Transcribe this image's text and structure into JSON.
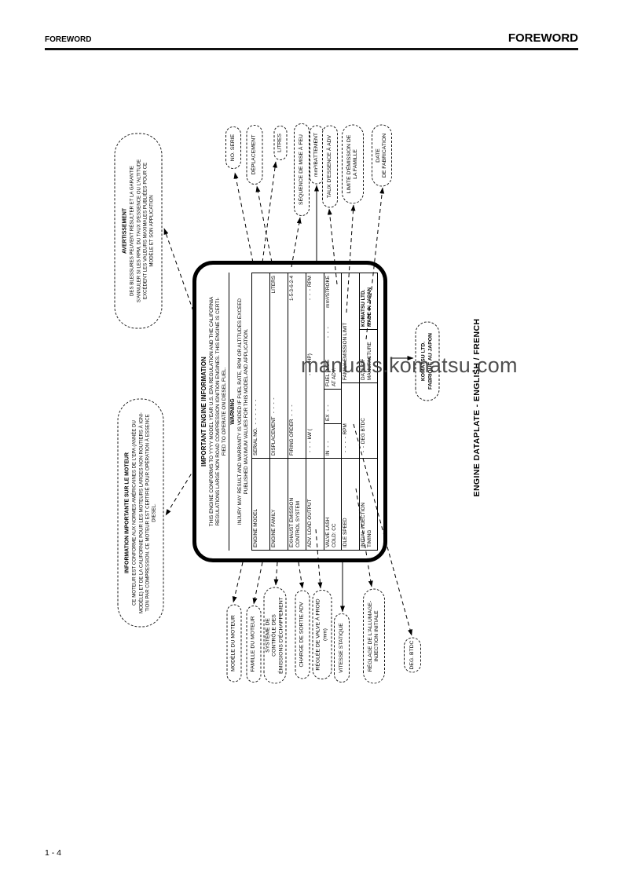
{
  "header": {
    "left": "FOREWORD",
    "right": "FOREWORD"
  },
  "footer": {
    "page": "1 - 4"
  },
  "watermark": {
    "text": "manuals.komatsu.com"
  },
  "caption": {
    "text": "ENGINE DATAPLATE - ENGLISH / FRENCH"
  },
  "blanks": {
    "b2": "- -",
    "b3": "- - -",
    "b4": "- - - -",
    "b6": "- - - - - -"
  },
  "plate": {
    "title": "IMPORTANT ENGINE INFORMATION",
    "intro": [
      "THIS ENGINE CONFORMS TO YYYY MODEL YEAR U.S. EPA REGULATION AND THE CALIFORNIA",
      "REGULATIONS LARGE NON ROAD COMPRESSION IGNITION ENGINES. THIS ENGINE IS CERTI-",
      "FIED TO OPERATE ON DIESEL FUEL."
    ],
    "warning_title": "WARNING",
    "warning": [
      "INJURY MAY RESULT AND WARRANTY IS VOIDED IF FUEL RATE, RPM OR ALTITUDES EXCEED",
      "PUBLISHED MAXIMUM VALUES FOR THIS MODEL AND APPLICATION."
    ],
    "rows": {
      "engine_model": "ENGINE MODEL",
      "serial_no": "SERIAL NO.",
      "engine_family": "ENGINE FAMILY",
      "displacement": "DISPLACEMENT",
      "liters": "LITERS",
      "exhaust_l1": "EXHAUST EMISSION",
      "exhaust_l2": "CONTROL SYSTEM",
      "firing_order": "FIRING ORDER",
      "firing_value": "1-5-3-6-2-4",
      "adv_output": "ADV. LOAD OUTPUT",
      "kw": "kW (",
      "hp": "HP)",
      "rpm": "RPM",
      "valve_l1": "VALVE LASH",
      "valve_l2": "COLD: CC",
      "in": "IN",
      "ex": "EX",
      "fuel_l1": "FUEL RATE",
      "fuel_l2": "AT ADV.",
      "stroke": "mm³/STROKE",
      "idle": "IDLE SPEED",
      "rpm2": "RPM",
      "fel": "FAMILY EMISSION LIMIT",
      "inj_l1": "INITIAL INJECTION",
      "inj_l2": "TIMING",
      "degbtdc": "DEG BTDC",
      "dom": "DATE OF MANUFACTURE",
      "brand_l1": "KOMATSU LTD.",
      "brand_l2": "MADE IN JAPAN"
    }
  },
  "callout_warning": {
    "title": "AVERTISSEMENT",
    "lines": [
      "DES BLESSURES PEUVENT RÉSULTER ET LA GARANTIE",
      "S'ANNULER SI LES RPM, DU TAUX D'ESSENCE OU L'ALTITUDE",
      "EXCÈDENT LES VALEURS MAXIMALES PUBLIÉES POUR CE",
      "MODÈLE ET SON APPLICATION"
    ]
  },
  "callout_info": {
    "title": "INFORMATION IMPORTANTE SUR LE MOTEUR",
    "lines": [
      "CE MOTEUR EST CONFORME AUX NORMES AMÉRICAINES DE L'EPA (ANNÉE DU",
      "MODÈLE) ET DE LA CALIFORNIE POUR LES MOTEURS LARGES NON ROUTIERS À IGNI-",
      "TION PAR COMPRESSION. CE MOTEUR EST CERTIFIÉ POUR OPÉRATION À ESSENCE",
      "DIESEL."
    ]
  },
  "callout_side": {
    "lines": [
      "KOMATSU LTD.",
      "FABRIQUÉ AU JAPON"
    ]
  },
  "callouts_top": [
    {
      "lines": [
        "NO. SERIE"
      ]
    },
    {
      "lines": [
        "DÉPLACEMENT"
      ]
    },
    {
      "lines": [
        "LITRES"
      ]
    },
    {
      "lines": [
        "SÉQUENCE DE MISE À FEU"
      ]
    },
    {
      "lines": [
        "mm³/BATTEMENT"
      ]
    },
    {
      "lines": [
        "TAUX D'ESSENCE À ADV"
      ]
    },
    {
      "lines": [
        "LIMITE D'ÉMISSION DE",
        "LA FAMILLE"
      ]
    },
    {
      "lines": [
        "DATE",
        "DE FABRICATION"
      ]
    }
  ],
  "callouts_bottom": [
    {
      "lines": [
        "MODÈLE DU MOTEUR"
      ]
    },
    {
      "lines": [
        "FAMILLE DU MOTEUR"
      ]
    },
    {
      "lines": [
        "SYSTÈME DE",
        "CONTRÔLE DES",
        "ÉMISSIONS D'ÉCHAPPEMENT"
      ]
    },
    {
      "lines": [
        "CHARGE DE SORTIE ADV"
      ]
    },
    {
      "lines": [
        "RÉGLÉE DE VALVE À FROID",
        "(mm)"
      ]
    },
    {
      "lines": [
        "VITESSE STATIQUE"
      ]
    },
    {
      "lines": [
        "RÉGLAGE DE L'ALLUMAGE-",
        "INJECTION INITIALE"
      ]
    },
    {
      "lines": [
        "DEG. BTDC"
      ]
    }
  ]
}
